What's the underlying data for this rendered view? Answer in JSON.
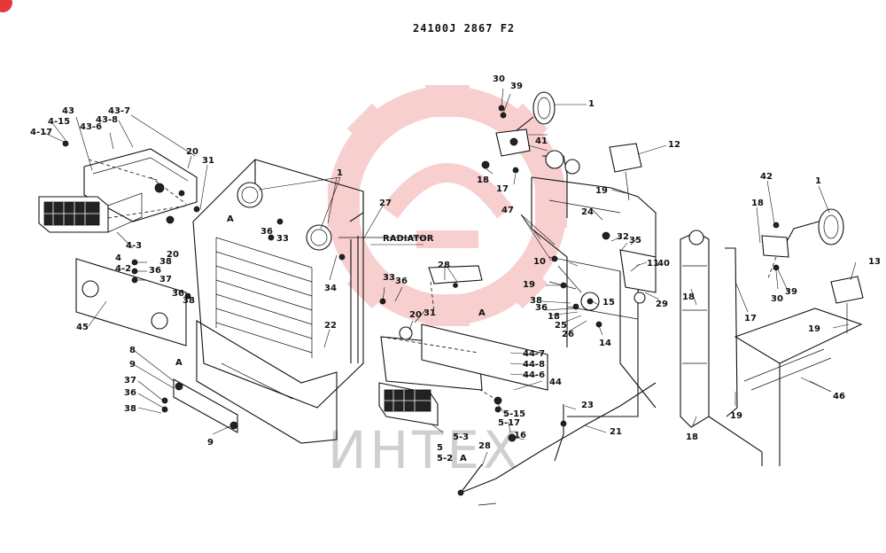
{
  "document": {
    "code": "24100J 2867 F2"
  },
  "labels": {
    "radiator": "RADIATOR",
    "watermark": "ИНТЕХ",
    "section_marker": "A"
  },
  "callouts": {
    "c1a": "1",
    "c1b": "1",
    "c1c": "1",
    "c4": "4",
    "c4_2": "4-2",
    "c4_3": "4-3",
    "c4_15": "4-15",
    "c4_17": "4-17",
    "c5": "5",
    "c5_2": "5-2",
    "c5_3": "5-3",
    "c5_15": "5-15",
    "c5_17": "5-17",
    "c8": "8",
    "c9a": "9",
    "c9b": "9",
    "c10": "10",
    "c11": "11",
    "c12": "12",
    "c13": "13",
    "c14": "14",
    "c15": "15",
    "c16": "16",
    "c17a": "17",
    "c17b": "17",
    "c18a": "18",
    "c18b": "18",
    "c18c": "18",
    "c18d": "18",
    "c18e": "18",
    "c19a": "19",
    "c19b": "19",
    "c19c": "19",
    "c19d": "19",
    "c20a": "20",
    "c20b": "20",
    "c20c": "20",
    "c21": "21",
    "c22": "22",
    "c23": "23",
    "c24": "24",
    "c25": "25",
    "c26": "26",
    "c27": "27",
    "c28a": "28",
    "c28b": "28",
    "c29": "29",
    "c30a": "30",
    "c30b": "30",
    "c31a": "31",
    "c31b": "31",
    "c32": "32",
    "c33a": "33",
    "c33b": "33",
    "c34": "34",
    "c35": "35",
    "c36a": "36",
    "c36b": "36",
    "c36c": "36",
    "c36d": "36",
    "c36e": "36",
    "c36f": "36",
    "c37a": "37",
    "c37b": "37",
    "c38a": "38",
    "c38b": "38",
    "c38c": "38",
    "c38d": "38",
    "c39a": "39",
    "c39b": "39",
    "c40": "40",
    "c41": "41",
    "c42": "42",
    "c43": "43",
    "c43_6": "43-6",
    "c43_7": "43-7",
    "c43_8": "43-8",
    "c44": "44",
    "c44_6": "44-6",
    "c44_7": "44-7",
    "c44_8": "44-8",
    "c45": "45",
    "c46": "46",
    "c47": "47",
    "cA1": "A",
    "cA2": "A",
    "cA3": "A",
    "cA4": "A"
  },
  "colors": {
    "line": "#111111",
    "watermark_gear": "#f4a9a9",
    "watermark_text": "#cfcfcf",
    "badge": "#e23a3a"
  }
}
